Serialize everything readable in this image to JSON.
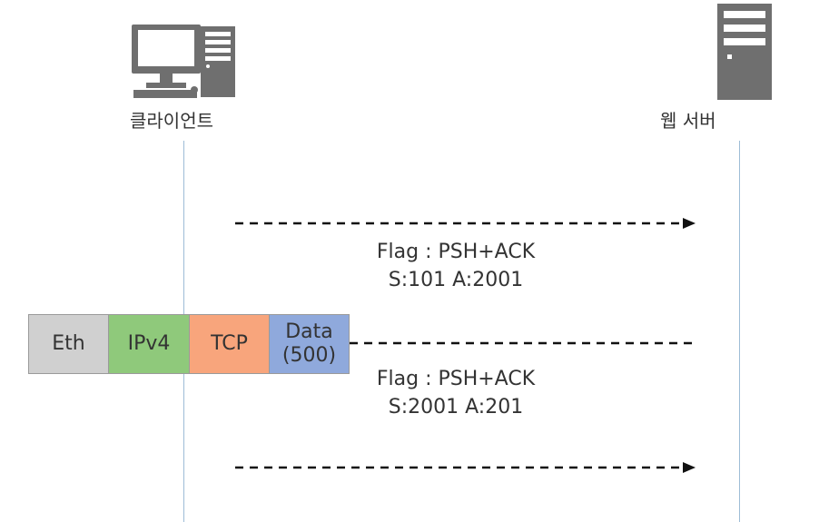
{
  "client": {
    "label": "클라이언트",
    "icon": "desktop-computer-icon"
  },
  "server": {
    "label": "웹 서버",
    "icon": "server-tower-icon"
  },
  "messages": [
    {
      "direction": "client-to-server",
      "line1": "Flag : PSH+ACK",
      "line2": "S:101 A:2001"
    },
    {
      "direction": "server-to-client",
      "line1": "Flag : PSH+ACK",
      "line2": "S:2001 A:201"
    },
    {
      "direction": "client-to-server",
      "line1": "",
      "line2": ""
    }
  ],
  "packet": {
    "segments": [
      {
        "name": "eth",
        "label": "Eth",
        "color": "#d0d0d0"
      },
      {
        "name": "ipv4",
        "label": "IPv4",
        "color": "#8fc97b"
      },
      {
        "name": "tcp",
        "label": "TCP",
        "color": "#f8a57c"
      },
      {
        "name": "data",
        "label": "Data",
        "sublabel": "(500)",
        "color": "#8fa9dc"
      }
    ]
  },
  "colors": {
    "lifeline": "#9dbcd6",
    "arrow": "#111111",
    "icon": "#6f6f6f"
  }
}
